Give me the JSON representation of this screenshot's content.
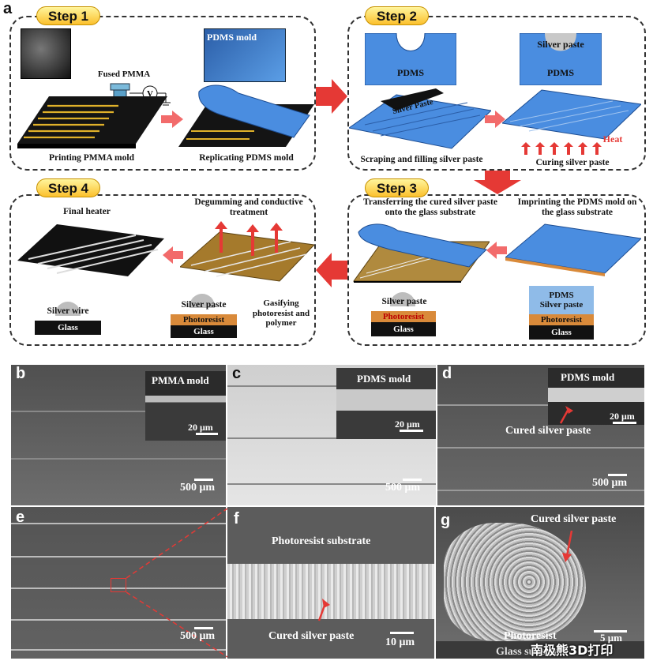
{
  "panel_labels": {
    "a": "a",
    "b": "b",
    "c": "c",
    "d": "d",
    "e": "e",
    "f": "f",
    "g": "g"
  },
  "steps": {
    "step1": {
      "title": "Step 1",
      "fused_pmma": "Fused PMMA",
      "voltage": "V",
      "pdms_mold": "PDMS mold",
      "printing": "Printing PMMA mold",
      "replicating": "Replicating PDMS mold"
    },
    "step2": {
      "title": "Step 2",
      "pdms_left": "PDMS",
      "silver_paste_top": "Silver paste",
      "pdms_right": "PDMS",
      "silver_paste_blade": "Silver Paste",
      "heat": "Heat",
      "scraping": "Scraping and filling silver paste",
      "curing": "Curing silver paste"
    },
    "step3": {
      "title": "Step 3",
      "transferring": "Transferring the cured silver paste onto the glass substrate",
      "imprinting": "Imprinting the PDMS mold on the glass substrate",
      "silver_paste": "Silver paste",
      "photoresist": "Photoresist",
      "glass": "Glass",
      "pdms": "PDMS",
      "silver_paste2": "Silver paste",
      "photoresist2": "Photoresist",
      "glass2": "Glass"
    },
    "step4": {
      "title": "Step 4",
      "final_heater": "Final heater",
      "degumming": "Degumming and conductive treatment",
      "silver_wire": "Silver wire",
      "glass": "Glass",
      "silver_paste": "Silver paste",
      "photoresist": "Photoresist",
      "glass2": "Glass",
      "gasifying": "Gasifying photoresist and polymer"
    }
  },
  "sem": {
    "b": {
      "inset": "PMMA mold",
      "inset_scale": "20 μm",
      "scale": "500 μm"
    },
    "c": {
      "inset": "PDMS mold",
      "inset_scale": "20 μm",
      "scale": "500 μm"
    },
    "d": {
      "inset": "PDMS mold",
      "inset_scale": "20 μm",
      "label": "Cured silver paste",
      "scale": "500 μm"
    },
    "e": {
      "scale": "500 μm"
    },
    "f": {
      "top": "Photoresist substrate",
      "bottom": "Cured silver paste",
      "scale": "10 μm"
    },
    "g": {
      "top": "Cured silver paste",
      "bottom1": "Photoresist",
      "bottom2": "Glass substrate",
      "scale": "5 μm"
    }
  },
  "watermark": "南极熊3D打印",
  "colors": {
    "accent_red": "#e53935",
    "pdms_blue": "#3f7fd0",
    "gold": "#d4a017",
    "photoresist": "#d98a3a"
  }
}
